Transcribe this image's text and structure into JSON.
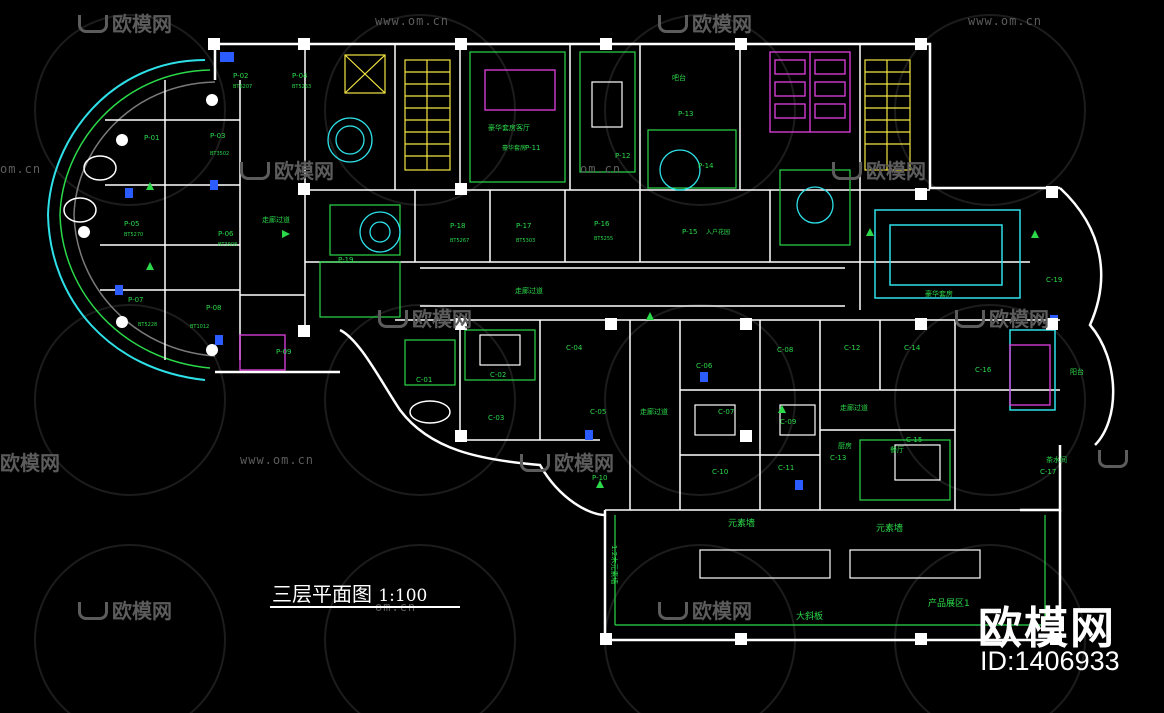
{
  "drawing": {
    "title": "三层平面图",
    "scale": "1:100",
    "brand": "欧模网",
    "id_text": "ID:1406933"
  },
  "watermark": {
    "logo_text": "欧模网",
    "url_text": "www.om.cn",
    "url_short": "om.cn"
  },
  "rooms": [
    {
      "code": "P-01",
      "sub": ""
    },
    {
      "code": "P-02",
      "sub": "BT6207"
    },
    {
      "code": "P-03",
      "sub": "BT3502"
    },
    {
      "code": "P-04",
      "sub": "BT5263"
    },
    {
      "code": "P-05",
      "sub": "BT5270"
    },
    {
      "code": "P-06",
      "sub": "BT3908"
    },
    {
      "code": "P-07",
      "sub": "BT5228"
    },
    {
      "code": "P-08",
      "sub": "BT1012"
    },
    {
      "code": "P-09",
      "sub": ""
    },
    {
      "code": "P-10",
      "sub": ""
    },
    {
      "code": "P-11",
      "sub": "豪华套房"
    },
    {
      "code": "P-12",
      "sub": ""
    },
    {
      "code": "P-13",
      "sub": ""
    },
    {
      "code": "P-14",
      "sub": ""
    },
    {
      "code": "P-15",
      "sub": "入户花园"
    },
    {
      "code": "P-16",
      "sub": "BT5255"
    },
    {
      "code": "P-17",
      "sub": "BT5303"
    },
    {
      "code": "P-18",
      "sub": "BT5267"
    },
    {
      "code": "P-19",
      "sub": ""
    },
    {
      "code": "C-01",
      "sub": ""
    },
    {
      "code": "C-02",
      "sub": ""
    },
    {
      "code": "C-03",
      "sub": ""
    },
    {
      "code": "C-04",
      "sub": ""
    },
    {
      "code": "C-05",
      "sub": ""
    },
    {
      "code": "C-06",
      "sub": ""
    },
    {
      "code": "C-07",
      "sub": ""
    },
    {
      "code": "C-08",
      "sub": ""
    },
    {
      "code": "C-09",
      "sub": ""
    },
    {
      "code": "C-10",
      "sub": ""
    },
    {
      "code": "C-11",
      "sub": ""
    },
    {
      "code": "C-12",
      "sub": ""
    },
    {
      "code": "C-13",
      "sub": ""
    },
    {
      "code": "C-14",
      "sub": ""
    },
    {
      "code": "C-15",
      "sub": ""
    },
    {
      "code": "C-16",
      "sub": ""
    },
    {
      "code": "C-17",
      "sub": ""
    },
    {
      "code": "C-19",
      "sub": ""
    }
  ],
  "labels": {
    "corridor": "走廊过道",
    "living": "豪华套房客厅",
    "luxury_suite": "豪华套房",
    "balcony": "阳台",
    "kitchen": "厨房",
    "dining": "餐厅",
    "element_wall_1": "元素墙",
    "element_wall_2": "元素墙",
    "exhibit": "产品展区1",
    "big_floor": "大斜板",
    "washroom": "茶水间",
    "bar": "吧台",
    "side_label": "1:2木元素墙"
  },
  "colors": {
    "wall": "#ffffff",
    "green": "#2bd94a",
    "cyan": "#2ee0e8",
    "magenta": "#e040e0",
    "yellow": "#f4e542",
    "blue": "#2a5cff",
    "grey": "#7a7a7a"
  }
}
